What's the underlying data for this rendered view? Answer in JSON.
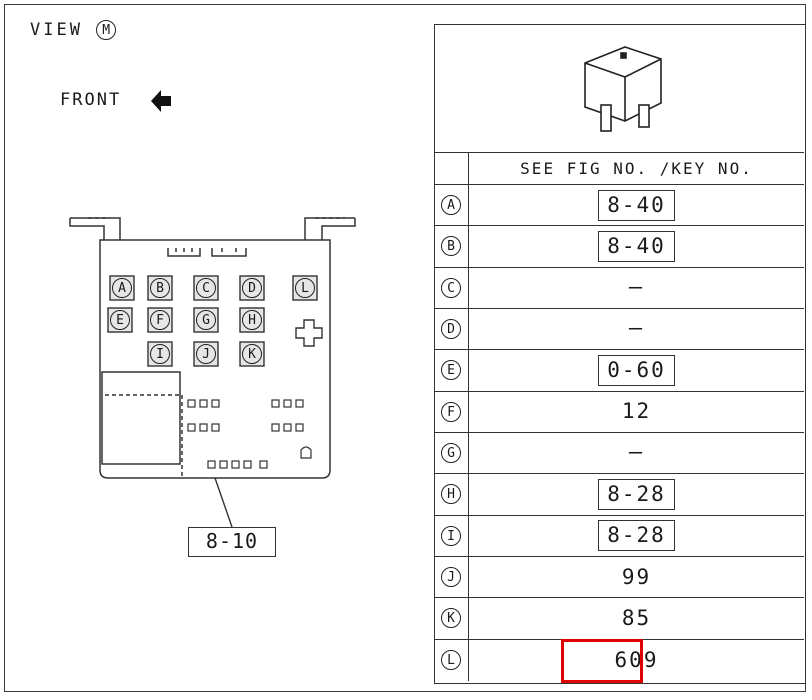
{
  "view": {
    "label": "VIEW",
    "marker": "M"
  },
  "front": {
    "label": "FRONT"
  },
  "connector": {
    "terminals": [
      "A",
      "B",
      "C",
      "D",
      "E",
      "F",
      "G",
      "H",
      "I",
      "J",
      "K",
      "L"
    ],
    "callout": "8-10"
  },
  "table": {
    "header": "SEE FIG NO. /KEY NO.",
    "rows": [
      {
        "key": "A",
        "value": "8-40",
        "boxed": true
      },
      {
        "key": "B",
        "value": "8-40",
        "boxed": true
      },
      {
        "key": "C",
        "value": "—",
        "boxed": false
      },
      {
        "key": "D",
        "value": "—",
        "boxed": false
      },
      {
        "key": "E",
        "value": "0-60",
        "boxed": true
      },
      {
        "key": "F",
        "value": "12",
        "boxed": false
      },
      {
        "key": "G",
        "value": "—",
        "boxed": false
      },
      {
        "key": "H",
        "value": "8-28",
        "boxed": true
      },
      {
        "key": "I",
        "value": "8-28",
        "boxed": true
      },
      {
        "key": "J",
        "value": "99",
        "boxed": false
      },
      {
        "key": "K",
        "value": "85",
        "boxed": false
      },
      {
        "key": "L",
        "value": "609",
        "boxed": false,
        "highlighted": true
      }
    ]
  },
  "colors": {
    "line": "#333333",
    "highlight": "#e00000",
    "fill": "#e6e6e6"
  }
}
